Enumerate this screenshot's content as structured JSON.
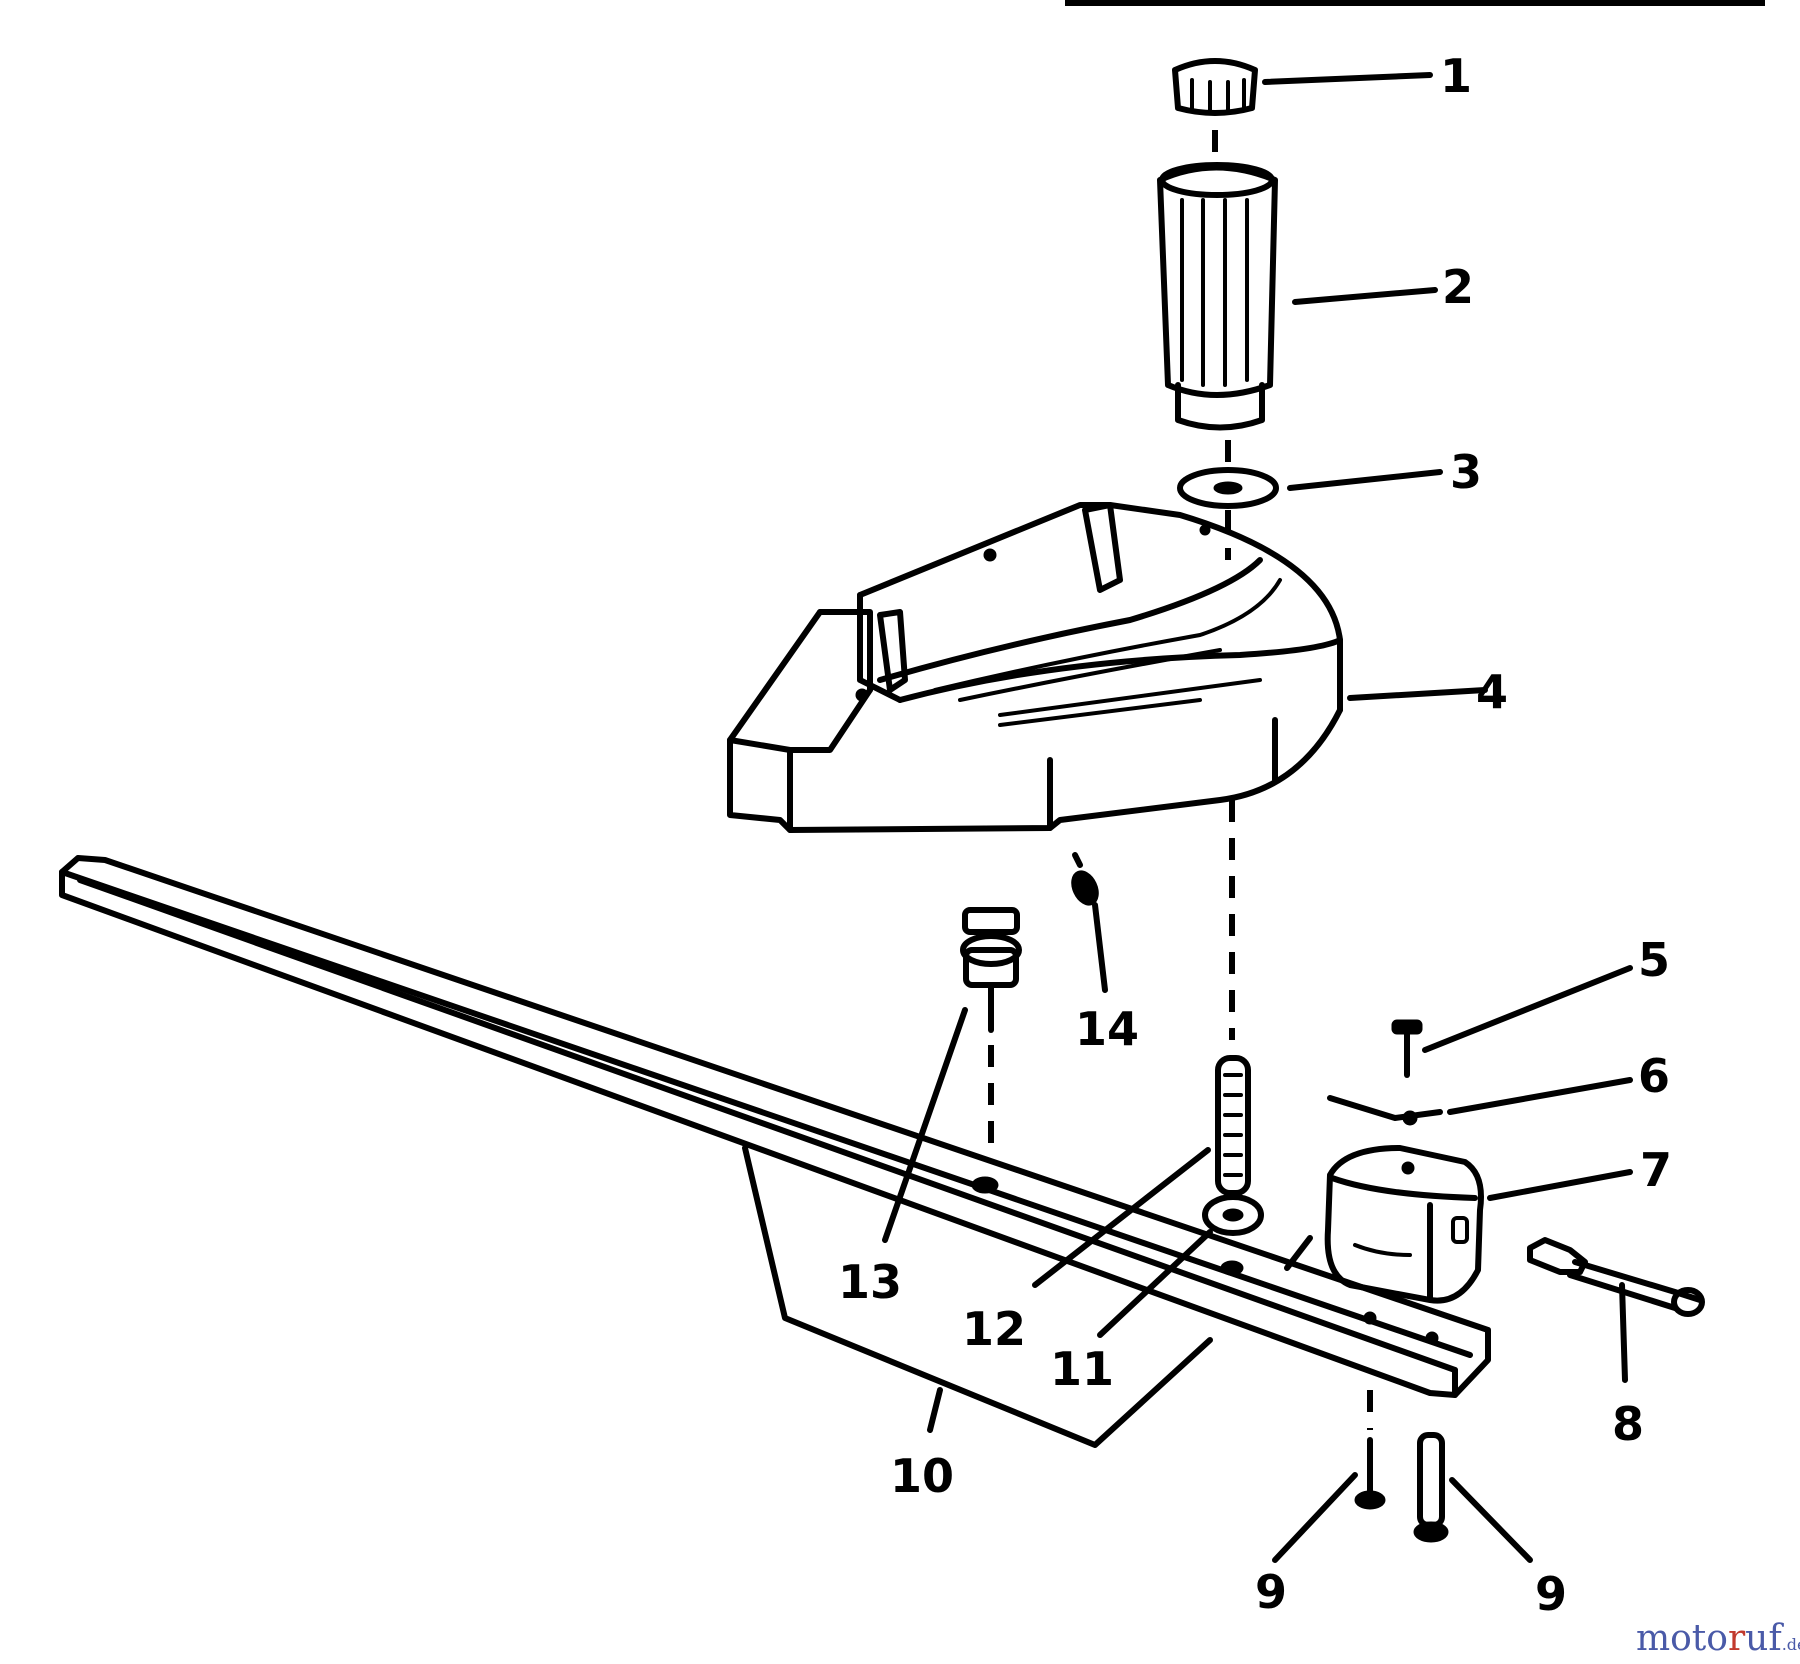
{
  "diagram": {
    "callouts": [
      {
        "id": "c1",
        "label": "1"
      },
      {
        "id": "c2",
        "label": "2"
      },
      {
        "id": "c3",
        "label": "3"
      },
      {
        "id": "c4",
        "label": "4"
      },
      {
        "id": "c5",
        "label": "5"
      },
      {
        "id": "c6",
        "label": "6"
      },
      {
        "id": "c7",
        "label": "7"
      },
      {
        "id": "c8",
        "label": "8"
      },
      {
        "id": "c9a",
        "label": "9"
      },
      {
        "id": "c9b",
        "label": "9"
      },
      {
        "id": "c10",
        "label": "10"
      },
      {
        "id": "c11",
        "label": "11"
      },
      {
        "id": "c12",
        "label": "12"
      },
      {
        "id": "c13",
        "label": "13"
      },
      {
        "id": "c14",
        "label": "14"
      }
    ]
  },
  "watermark": {
    "part1": "moto",
    "part2": "r",
    "part3": "uf",
    "suffix": ".de"
  }
}
